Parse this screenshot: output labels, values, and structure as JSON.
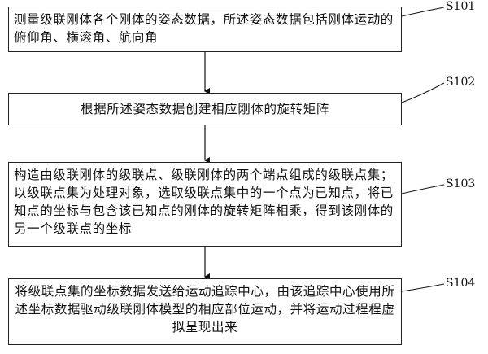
{
  "steps": [
    {
      "id": "S101",
      "text": "测量级联刚体各个刚体的姿态数据，所述姿态数据包括刚体运动的俯仰角、横滚角、航向角"
    },
    {
      "id": "S102",
      "text": "根据所述姿态数据创建相应刚体的旋转矩阵"
    },
    {
      "id": "S103",
      "text": "构造由级联刚体的级联点、级联刚体的两个端点组成的级联点集；以级联点集为处理对象，选取级联点集中的一个点为已知点，将已知点的坐标与包含该已知点的刚体的旋转矩阵相乘，得到该刚体的另一个级联点的坐标"
    },
    {
      "id": "S104",
      "text": "将级联点集的坐标数据发送给运动追踪中心，由该追踪中心使用所述坐标数据驱动级联刚体模型的相应部位运动，并将运动过程程虚拟呈现出来"
    }
  ]
}
